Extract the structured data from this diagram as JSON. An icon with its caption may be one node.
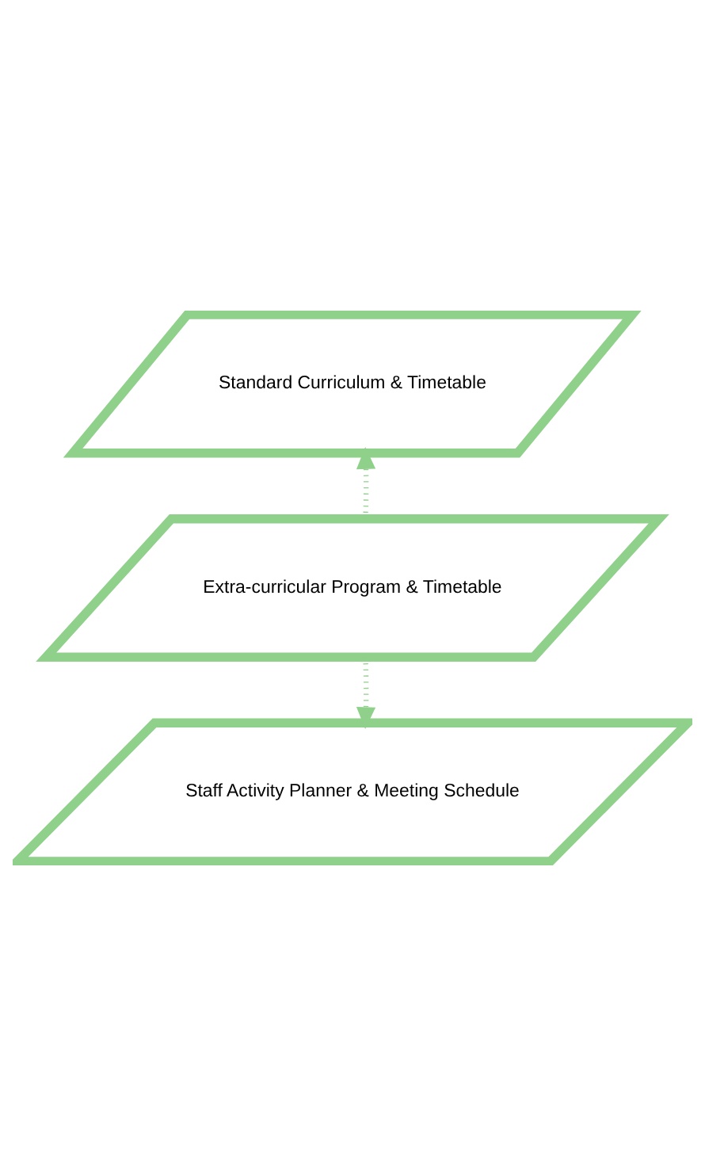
{
  "diagram": {
    "nodes": [
      {
        "text": [
          "Standard Curriculum & Timetable"
        ]
      },
      {
        "text": [
          "Extra-curricular Program & Timetable"
        ]
      },
      {
        "text": [
          "Staff Activity Planner & Meeting Schedule"
        ]
      }
    ],
    "edges": [
      {
        "from": 1,
        "to": 0,
        "arrow": "to",
        "style": "dashed"
      },
      {
        "from": 1,
        "to": 2,
        "arrow": "to",
        "style": "dashed"
      }
    ]
  }
}
